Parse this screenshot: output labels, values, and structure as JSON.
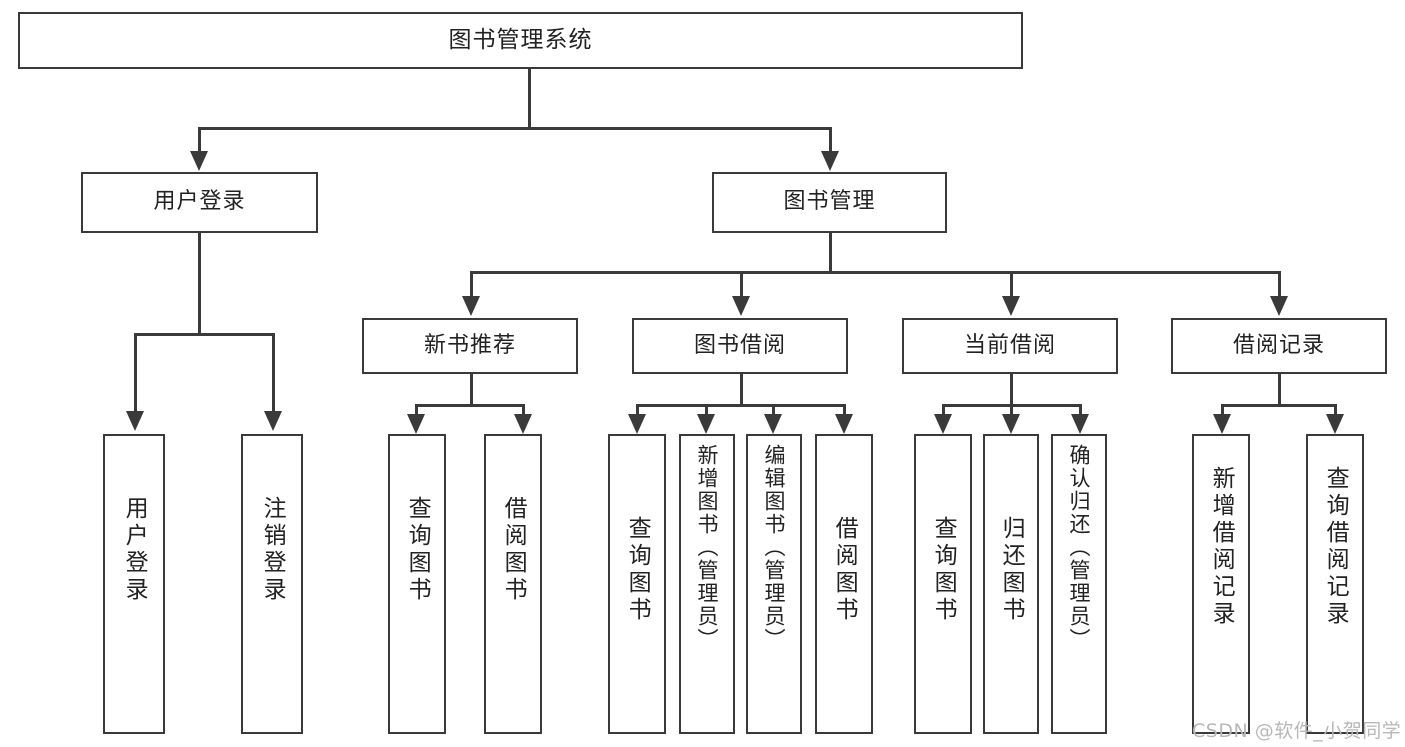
{
  "diagram": {
    "type": "tree",
    "title": "图书管理系统",
    "root": {
      "label": "图书管理系统"
    },
    "level1": [
      {
        "label": "用户登录"
      },
      {
        "label": "图书管理"
      }
    ],
    "level2": [
      {
        "label": "新书推荐",
        "parent": "图书管理"
      },
      {
        "label": "图书借阅",
        "parent": "图书管理"
      },
      {
        "label": "当前借阅",
        "parent": "图书管理"
      },
      {
        "label": "借阅记录",
        "parent": "图书管理"
      }
    ],
    "leaves": {
      "user_login": [
        {
          "label": "用户登录"
        },
        {
          "label": "注销登录"
        }
      ],
      "new_book_recommend": [
        {
          "label": "查询图书"
        },
        {
          "label": "借阅图书"
        }
      ],
      "book_borrow": [
        {
          "label": "查询图书"
        },
        {
          "label": "新增图书（管理员）"
        },
        {
          "label": "编辑图书（管理员）"
        },
        {
          "label": "借阅图书"
        }
      ],
      "current_borrow": [
        {
          "label": "查询图书"
        },
        {
          "label": "归还图书"
        },
        {
          "label": "确认归还（管理员）"
        }
      ],
      "borrow_record": [
        {
          "label": "新增借阅记录"
        },
        {
          "label": "查询借阅记录"
        }
      ]
    }
  },
  "watermark": {
    "text": "CSDN @软件_小贺同学"
  },
  "colors": {
    "stroke": "#3a3a3a",
    "background": "#ffffff",
    "text": "#222222",
    "watermark": "#b8b8b8"
  }
}
